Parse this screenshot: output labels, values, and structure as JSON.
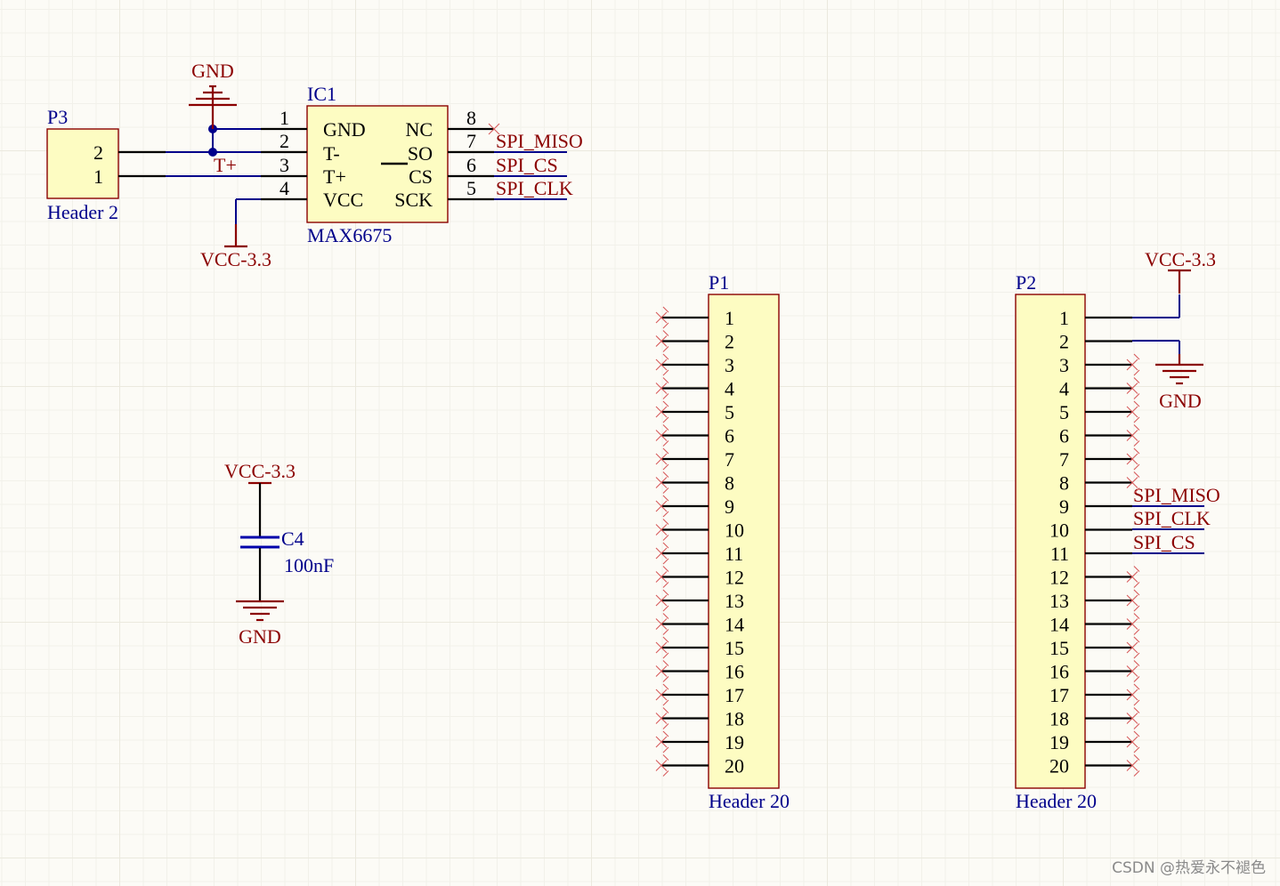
{
  "schematic": {
    "p3": {
      "designator": "P3",
      "comment": "Header 2",
      "pins": [
        "2",
        "1"
      ]
    },
    "ic1": {
      "designator": "IC1",
      "comment": "MAX6675",
      "left_pin_numbers": [
        "1",
        "2",
        "3",
        "4"
      ],
      "left_pin_names": [
        "GND",
        "T-",
        "T+",
        "VCC"
      ],
      "right_pin_numbers": [
        "8",
        "7",
        "6",
        "5"
      ],
      "right_pin_names": [
        "NC",
        "SO",
        "CS",
        "SCK"
      ]
    },
    "labels": {
      "gnd_top": "GND",
      "vcc_ic": "VCC-3.3",
      "t_plus_net": "T+",
      "spi_miso": "SPI_MISO",
      "spi_cs": "SPI_CS",
      "spi_clk": "SPI_CLK"
    },
    "c4": {
      "designator": "C4",
      "value": "100nF",
      "vcc_label": "VCC-3.3",
      "gnd_label": "GND"
    },
    "p1": {
      "designator": "P1",
      "comment": "Header 20",
      "pins": [
        "1",
        "2",
        "3",
        "4",
        "5",
        "6",
        "7",
        "8",
        "9",
        "10",
        "11",
        "12",
        "13",
        "14",
        "15",
        "16",
        "17",
        "18",
        "19",
        "20"
      ]
    },
    "p2": {
      "designator": "P2",
      "comment": "Header 20",
      "pins": [
        "1",
        "2",
        "3",
        "4",
        "5",
        "6",
        "7",
        "8",
        "9",
        "10",
        "11",
        "12",
        "13",
        "14",
        "15",
        "16",
        "17",
        "18",
        "19",
        "20"
      ],
      "vcc_label": "VCC-3.3",
      "gnd_label": "GND",
      "net_labels": [
        "SPI_MISO",
        "SPI_CLK",
        "SPI_CS"
      ]
    }
  },
  "watermark": "CSDN @热爱永不褪色",
  "colors": {
    "background": "#fcfbf6",
    "component_fill": "#fdfcc2",
    "component_border": "#8b0000",
    "wire": "#00008b",
    "power_text": "#8b0000",
    "designator_text": "#00008b"
  }
}
